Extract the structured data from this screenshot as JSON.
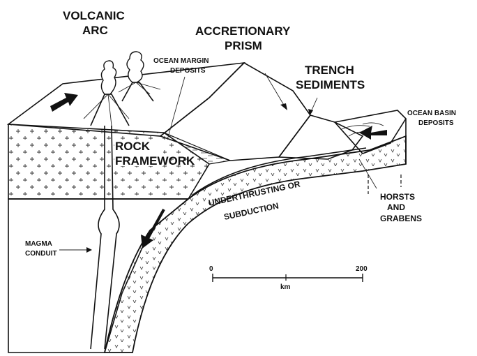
{
  "labels": {
    "volcanic_arc_1": "VOLCANIC",
    "volcanic_arc_2": "ARC",
    "accretionary_1": "ACCRETIONARY",
    "accretionary_2": "PRISM",
    "ocean_margin_1": "OCEAN MARGIN",
    "ocean_margin_2": "DEPOSITS",
    "trench_1": "TRENCH",
    "trench_2": "SEDIMENTS",
    "ocean_basin_1": "OCEAN BASIN",
    "ocean_basin_2": "DEPOSITS",
    "rock_framework_1": "ROCK",
    "rock_framework_2": "FRAMEWORK",
    "underthrusting_1": "UNDERTHRUSTING OR",
    "underthrusting_2": "SUBDUCTION",
    "horsts_1": "HORSTS",
    "horsts_2": "AND",
    "horsts_3": "GRABENS",
    "magma_1": "MAGMA",
    "magma_2": "CONDUIT"
  },
  "scale_bar": {
    "start_label": "0",
    "end_label": "200",
    "unit": "km"
  },
  "colors": {
    "ink": "#111111",
    "background": "#ffffff"
  }
}
